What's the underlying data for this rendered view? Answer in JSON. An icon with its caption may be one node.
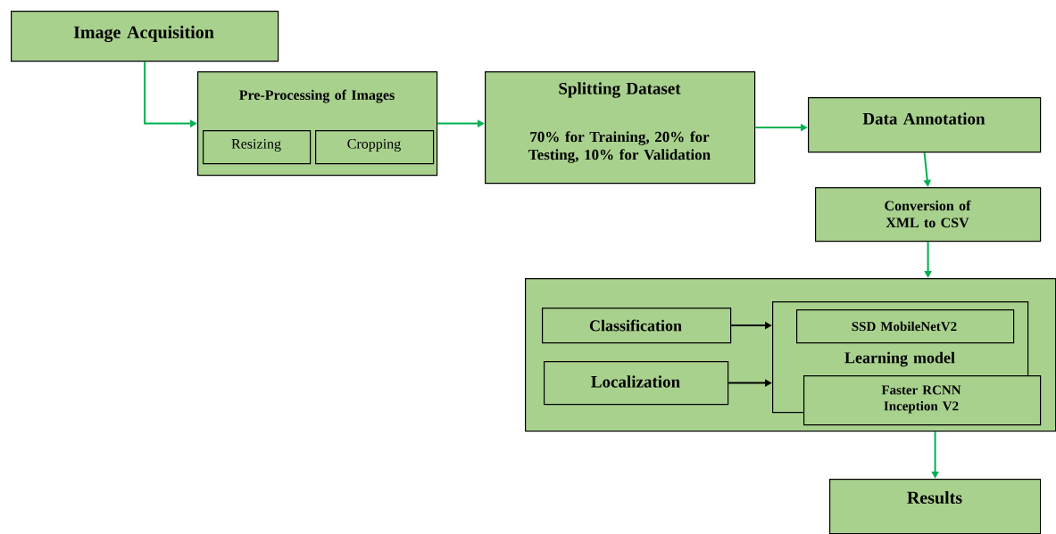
{
  "diagram": {
    "nodes": [
      {
        "text": [
          "Image Acquisition"
        ]
      },
      {
        "text": [
          "Pre-Processing of Images"
        ]
      },
      {
        "text": [
          "Resizing"
        ],
        "in": 1
      },
      {
        "text": [
          "Cropping"
        ],
        "in": 1
      },
      {
        "text": [
          "Splitting Dataset",
          "70% for Training, 20% for Testing, 10% for Validation"
        ]
      },
      {
        "text": [
          "Data Annotation"
        ]
      },
      {
        "text": [
          "Conversion of XML to CSV"
        ]
      },
      {
        "text": [],
        "shape": "box"
      },
      {
        "text": [
          "Classification"
        ],
        "in": 7
      },
      {
        "text": [
          "Localization"
        ],
        "in": 7
      },
      {
        "text": [
          "Learning model"
        ],
        "in": 7
      },
      {
        "text": [
          "SSD MobileNetV2"
        ],
        "in": 10
      },
      {
        "text": [
          "Faster RCNN Inception V2"
        ],
        "in": 7
      },
      {
        "text": [
          "Results"
        ]
      }
    ],
    "edges": [
      {
        "from": 0,
        "to": 1,
        "arrow": "to"
      },
      {
        "from": 1,
        "to": 4,
        "arrow": "to"
      },
      {
        "from": 4,
        "to": 5,
        "arrow": "to"
      },
      {
        "from": 5,
        "to": 6,
        "arrow": "to"
      },
      {
        "from": 6,
        "to": 7,
        "arrow": "to"
      },
      {
        "from": 8,
        "to": 10,
        "arrow": "to",
        "color": "#000000"
      },
      {
        "from": 9,
        "to": 10,
        "arrow": "to",
        "color": "#000000"
      },
      {
        "from": 7,
        "to": 13,
        "arrow": "to"
      }
    ]
  }
}
